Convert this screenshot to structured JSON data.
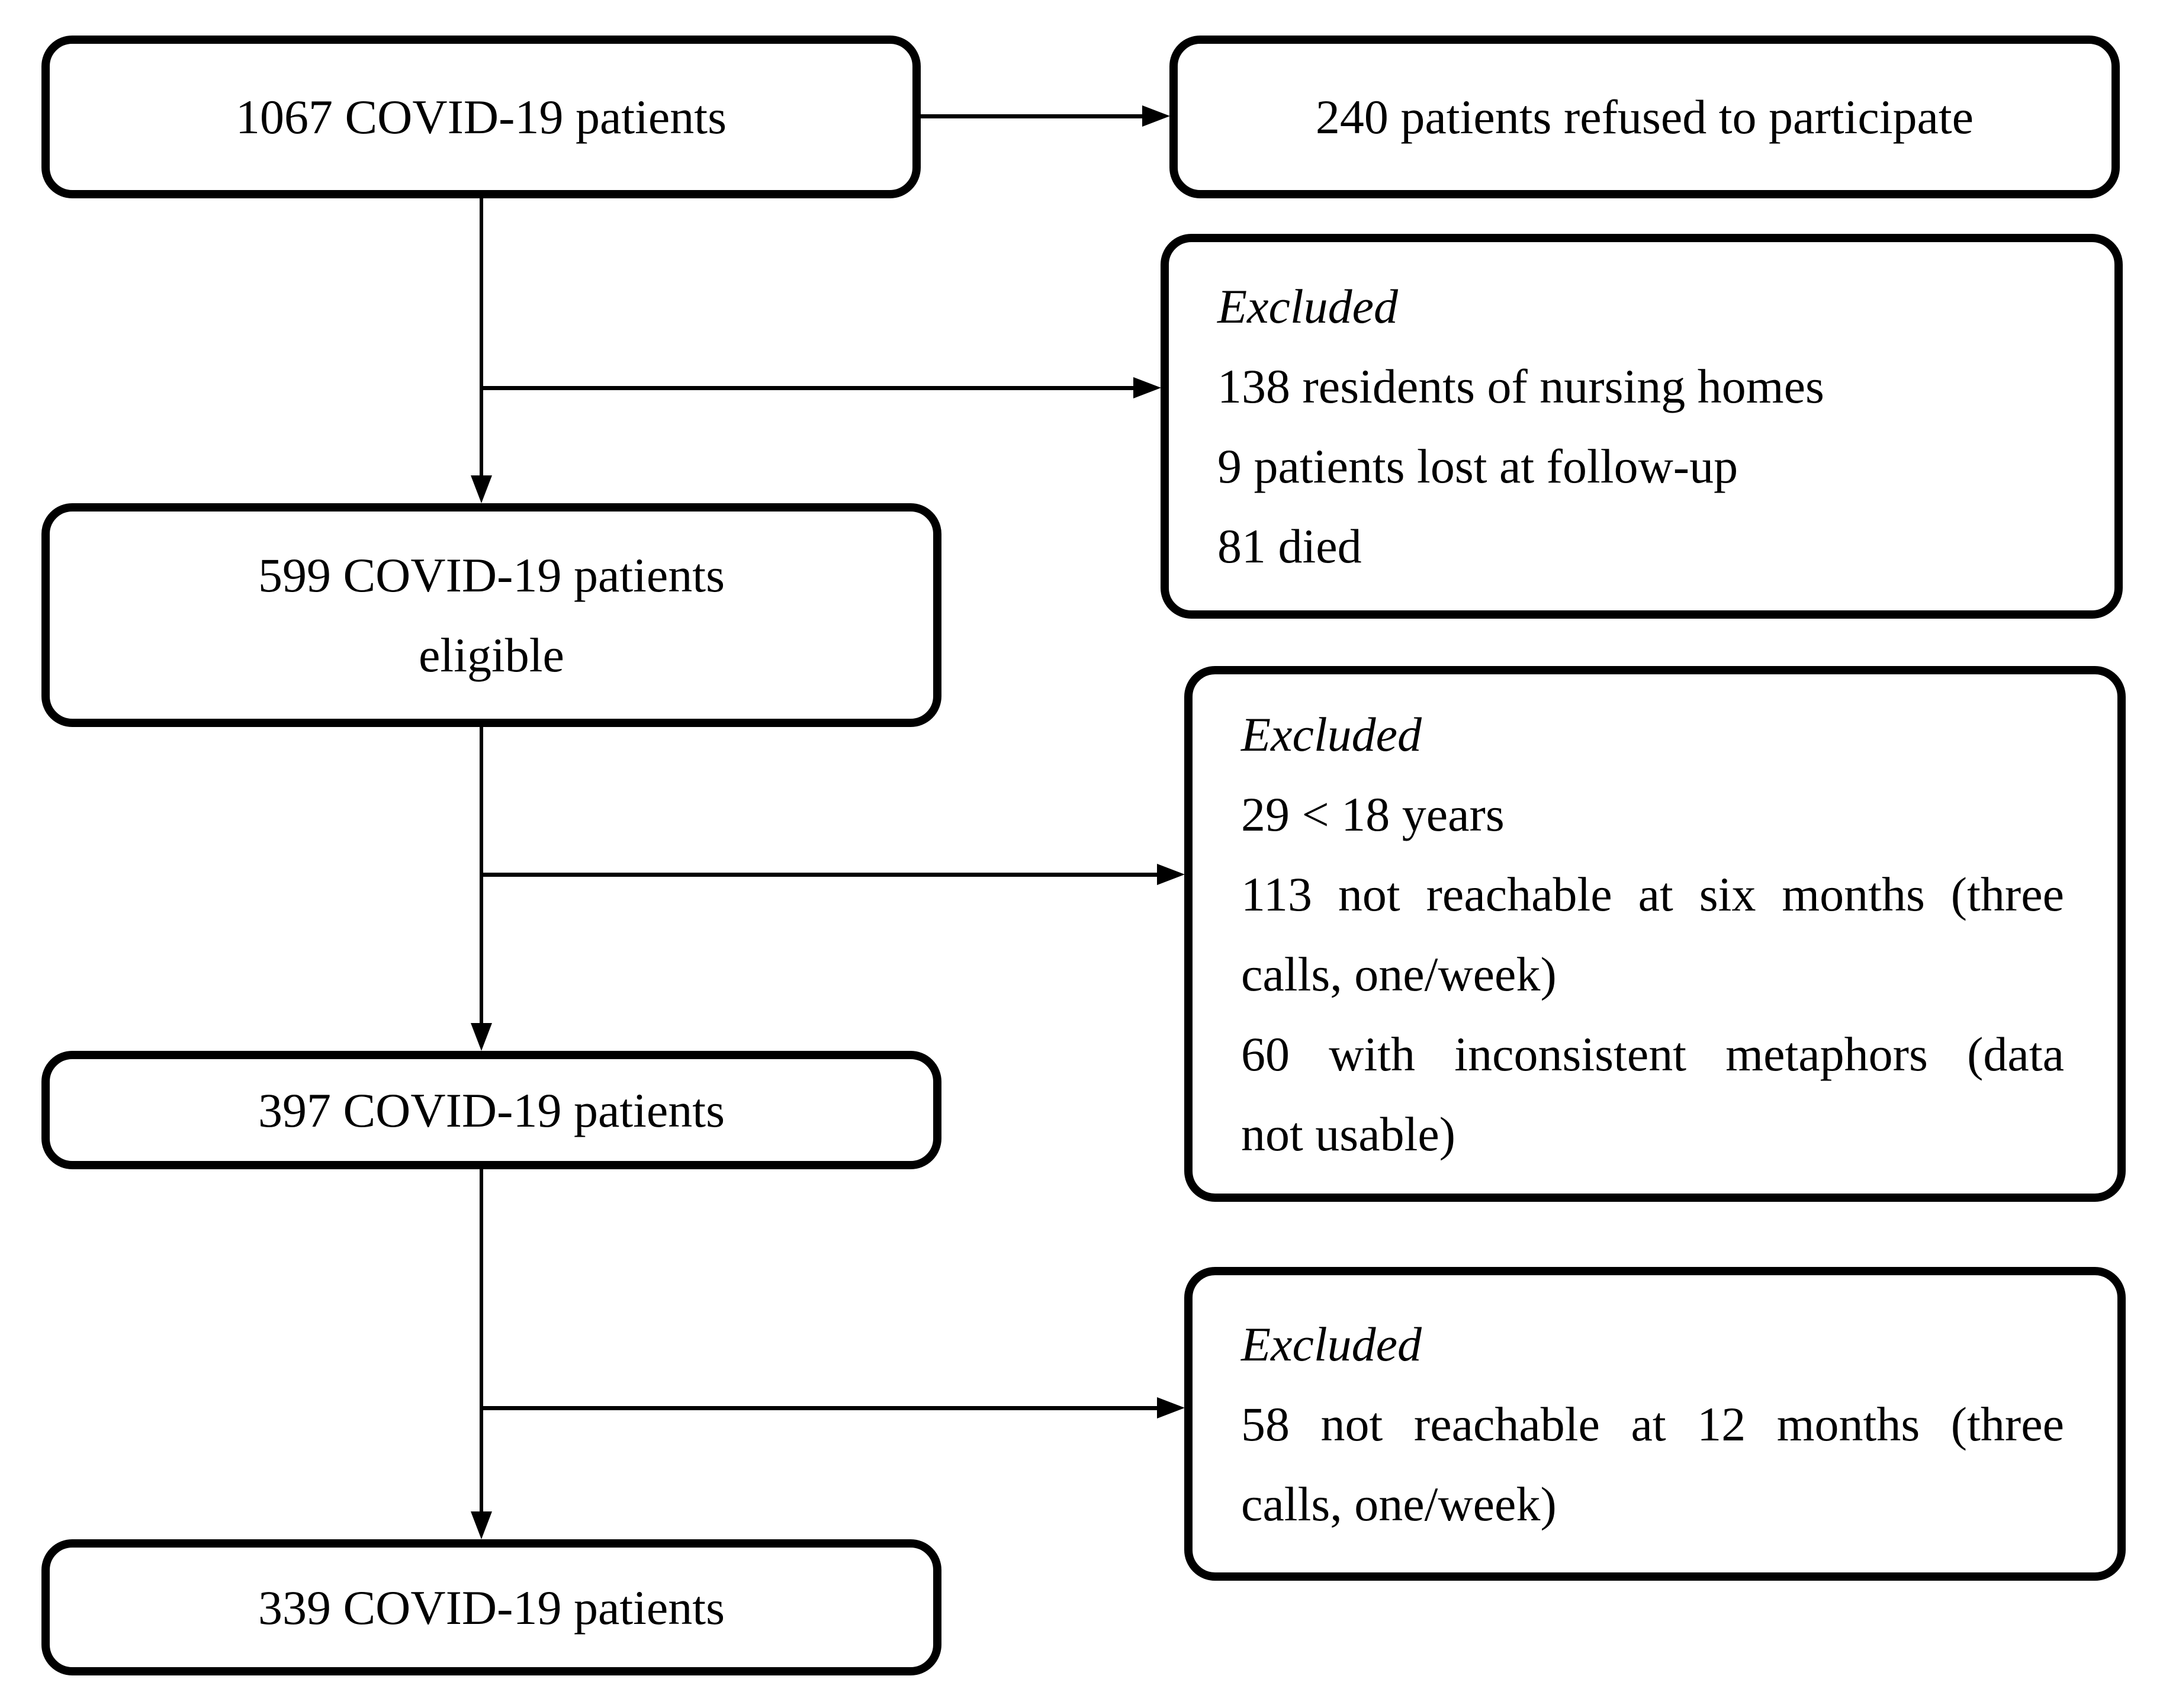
{
  "colors": {
    "ink": "#000000",
    "background": "#ffffff"
  },
  "diagram": {
    "boxes": {
      "box1": {
        "lines": [
          "1067 COVID-19 patients"
        ]
      },
      "box2": {
        "lines": [
          "240 patients refused to participate"
        ]
      },
      "box3": {
        "header": "Excluded",
        "items": [
          "138 residents of nursing homes",
          "9 patients lost at follow-up",
          "81 died"
        ]
      },
      "box4": {
        "lines": [
          "599 COVID-19 patients",
          "eligible"
        ]
      },
      "box5": {
        "header": "Excluded",
        "items": [
          "29 < 18 years",
          "113 not reachable at six months (three",
          "calls, one/week)",
          "60 with inconsistent metaphors (data",
          "not usable)"
        ]
      },
      "box6": {
        "lines": [
          "397 COVID-19 patients"
        ]
      },
      "box7": {
        "header": "Excluded",
        "items": [
          "58 not reachable at 12 months (three",
          "calls, one/week)"
        ]
      },
      "box8": {
        "lines": [
          "339 COVID-19 patients"
        ]
      }
    }
  }
}
